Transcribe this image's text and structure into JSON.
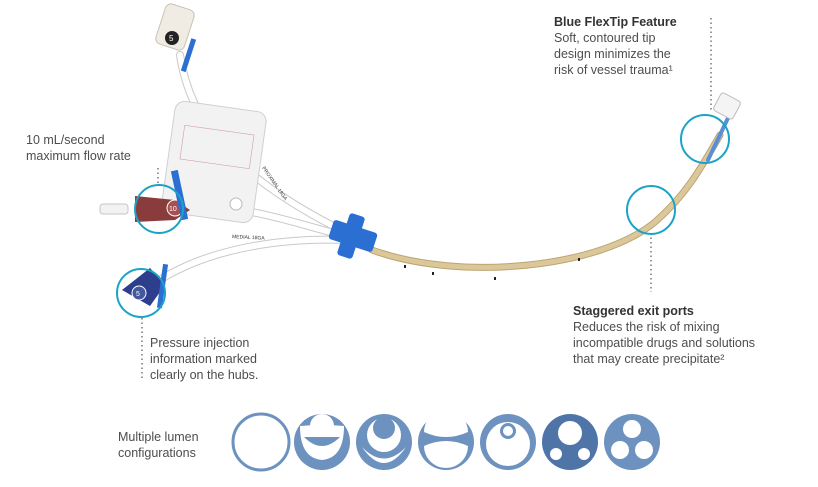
{
  "features": {
    "tip": {
      "title": "Blue FlexTip Feature",
      "lines": [
        "Soft, contoured tip",
        "design minimizes the",
        "risk of vessel trauma¹"
      ]
    },
    "flow": {
      "lines": [
        "10 mL/second",
        "maximum flow rate"
      ]
    },
    "pressure": {
      "lines": [
        "Pressure injection",
        "information marked",
        "clearly on the hubs."
      ]
    },
    "ports": {
      "title": "Staggered exit ports",
      "lines": [
        "Reduces the risk of mixing",
        "incompatible drugs and solutions",
        "that may create precipitate²"
      ]
    },
    "lumen": {
      "lines": [
        "Multiple lumen",
        "configurations"
      ]
    }
  },
  "hub_labels": {
    "proximal_line": "PROXIMAL 18GA",
    "medial_line": "MEDIAL 18GA",
    "hub_top": "5",
    "hub_middle": "10",
    "hub_bottom": "5"
  },
  "colors": {
    "accent_teal": "#1ba3c6",
    "lumen_blue": "#6d92c0",
    "lumen_blue_dark": "#4f75a8",
    "catheter_tan": "#dcc79a",
    "hub_blue": "#2c6fd2",
    "hub_maroon": "#8a3b3b",
    "hub_navy": "#2c3e8c"
  },
  "lumen_configurations": [
    "single",
    "double-a",
    "double-b",
    "double-c",
    "double-d",
    "triple-a",
    "triple-b"
  ]
}
